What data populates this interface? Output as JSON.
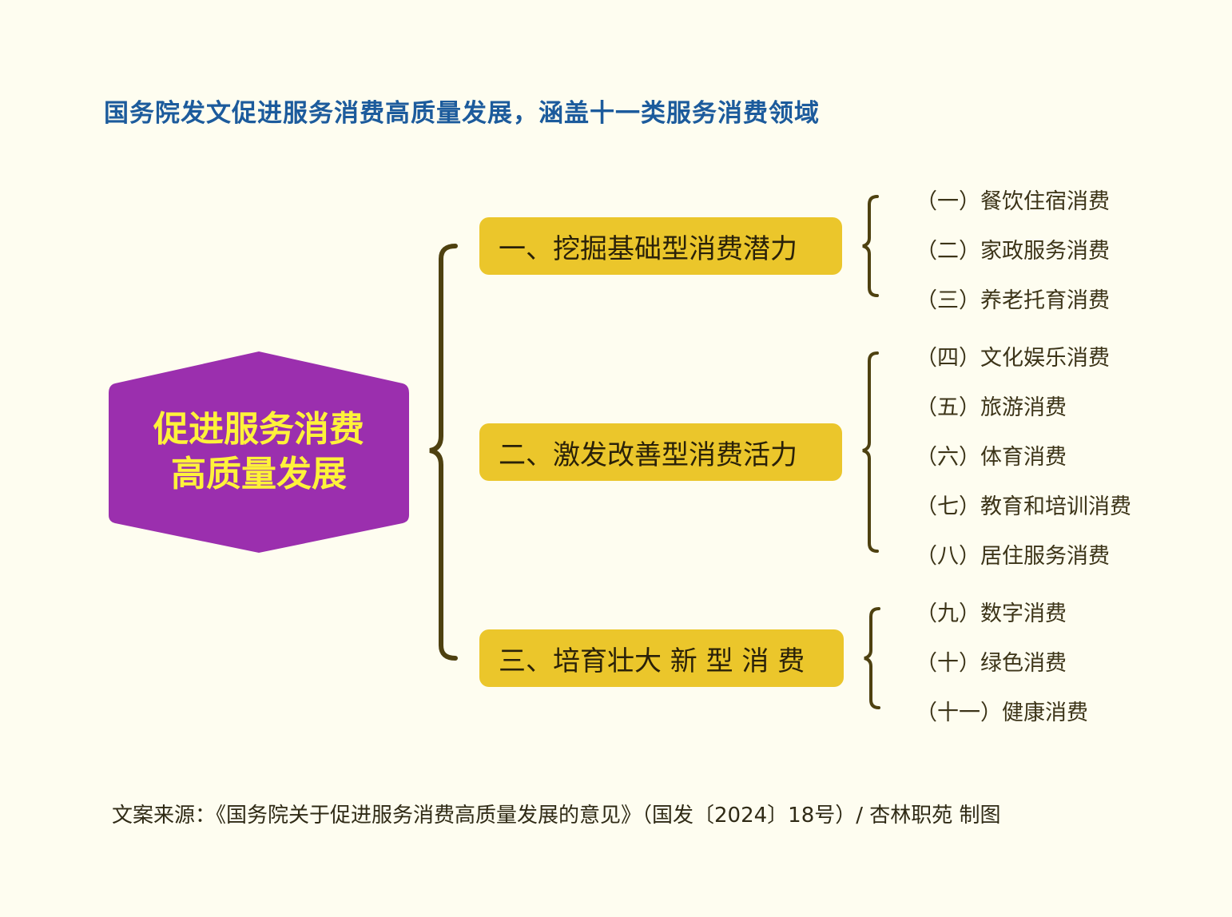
{
  "header": {
    "title": "国务院发文促进服务消费高质量发展，涵盖十一类服务消费领域"
  },
  "center": {
    "line1": "促进服务消费",
    "line2": "高质量发展",
    "color": "#9b2fae",
    "text_color": "#fff23a"
  },
  "categories": [
    {
      "label": "一、挖掘基础型消费潜力",
      "items": [
        "（一）餐饮住宿消费",
        "（二）家政服务消费",
        "（三）养老托育消费"
      ]
    },
    {
      "label": "二、激发改善型消费活力",
      "items": [
        "（四）文化娱乐消费",
        "（五）旅游消费",
        "（六）体育消费",
        "（七）教育和培训消费",
        "（八）居住服务消费"
      ]
    },
    {
      "label": "三、培育壮大 新 型 消 费",
      "items": [
        "（九）数字消费",
        "（十）绿色消费",
        "（十一）健康消费"
      ]
    }
  ],
  "colors": {
    "background": "#fefdf0",
    "category": "#ebc62b",
    "brace": "#4e4110",
    "title": "#1c5b9c"
  },
  "footer": {
    "source": "文案来源：《国务院关于促进服务消费高质量发展的意见》（国发〔2024〕18号）/ 杏林职苑 制图"
  }
}
